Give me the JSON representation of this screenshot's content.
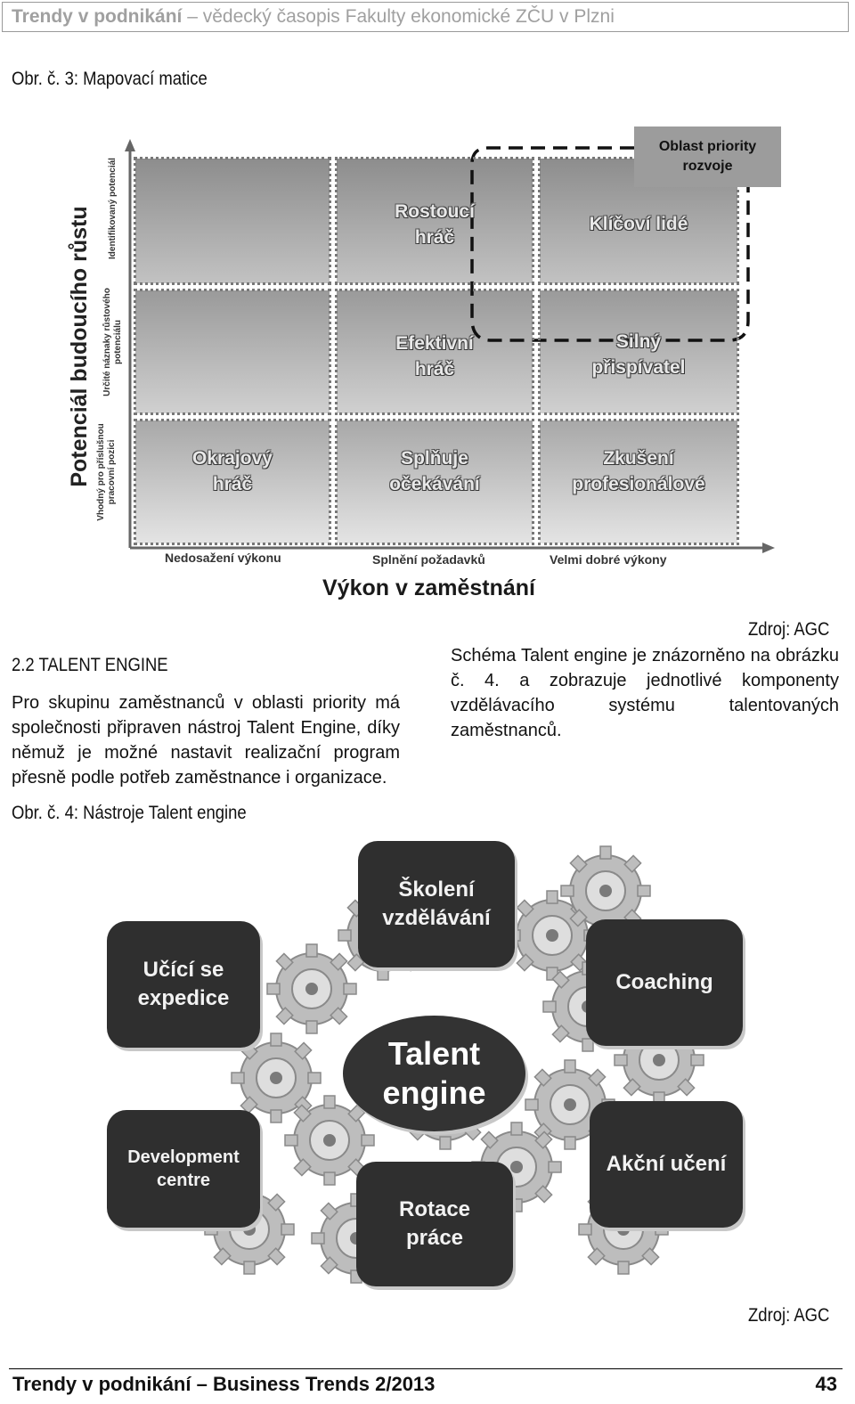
{
  "header": {
    "bold": "Trendy v podnikání",
    "rest": " – vědecký časopis Fakulty ekonomické ZČU v Plzni"
  },
  "figure3": {
    "caption": "Obr. č. 3: Mapovací matice",
    "priority_label": "Oblast priority rozvoje",
    "y_axis_title": "Potenciál budoucího růstu",
    "y_levels": [
      "Identifikovaný potenciál",
      "Určité náznaky růstového potenciálu",
      "Vhodný pro příslušnou pracovní pozici"
    ],
    "x_axis_title": "Výkon v zaměstnání",
    "x_levels": [
      "Nedosažení výkonu",
      "Splnění požadavků",
      "Velmi dobré výkony"
    ],
    "cells": {
      "r1c2": "Rostoucí hráč",
      "r1c3": "Klíčoví lidé",
      "r2c2": "Efektivní hráč",
      "r2c3": "Silný přispívatel",
      "r3c1": "Okrajový hráč",
      "r3c2": "Splňuje očekávání",
      "r3c3": "Zkušení profesionálové"
    },
    "source": "Zdroj: AGC"
  },
  "section": {
    "heading": "2.2 TALENT ENGINE",
    "left_paragraph": "Pro skupinu zaměstnanců v oblasti priority má společnosti připraven nástroj Talent Engine, díky němuž je možné nastavit realizační program přesně podle potřeb zaměstnance i organizace.",
    "right_paragraph": "Schéma Talent engine je znázorněno na obrázku č. 4. a zobrazuje jednotlivé komponenty vzdělávacího systému talentovaných zaměstnanců."
  },
  "figure4": {
    "caption": "Obr. č. 4: Nástroje Talent engine",
    "center": "Talent engine",
    "boxes": {
      "skoleni": "Školení vzdělávání",
      "expedice": "Učící se expedice",
      "coaching": "Coaching",
      "development": "Development centre",
      "akcni": "Akční učení",
      "rotace": "Rotace práce"
    },
    "source": "Zdroj: AGC"
  },
  "footer": {
    "title": "Trendy v podnikání – Business Trends 2/2013",
    "page": "43"
  }
}
